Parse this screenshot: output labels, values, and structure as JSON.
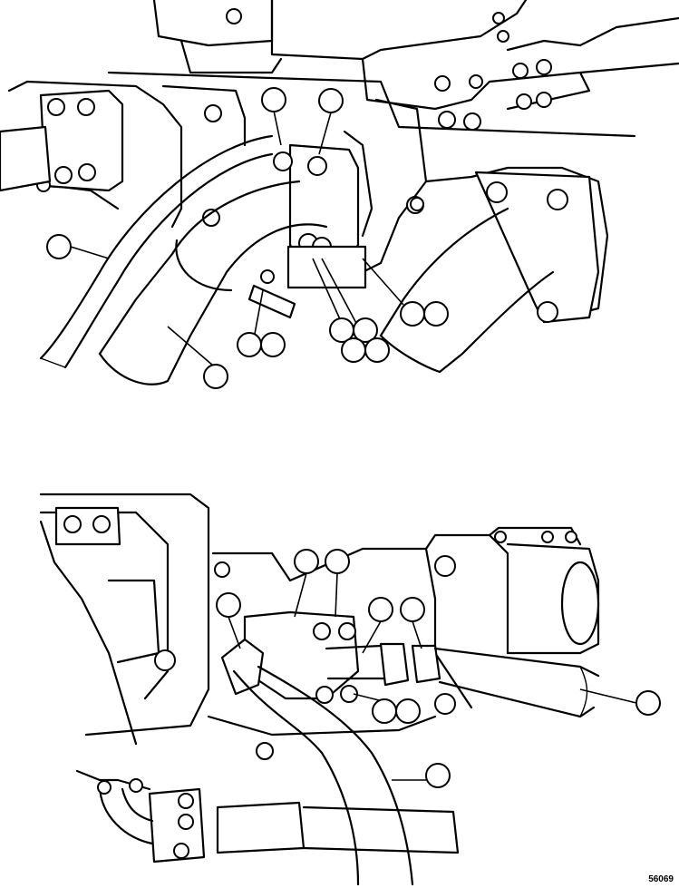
{
  "figure": {
    "figure_number": "56069",
    "top_view_callouts": 12,
    "bottom_view_callouts": 10,
    "callout_labels_visible": false
  }
}
